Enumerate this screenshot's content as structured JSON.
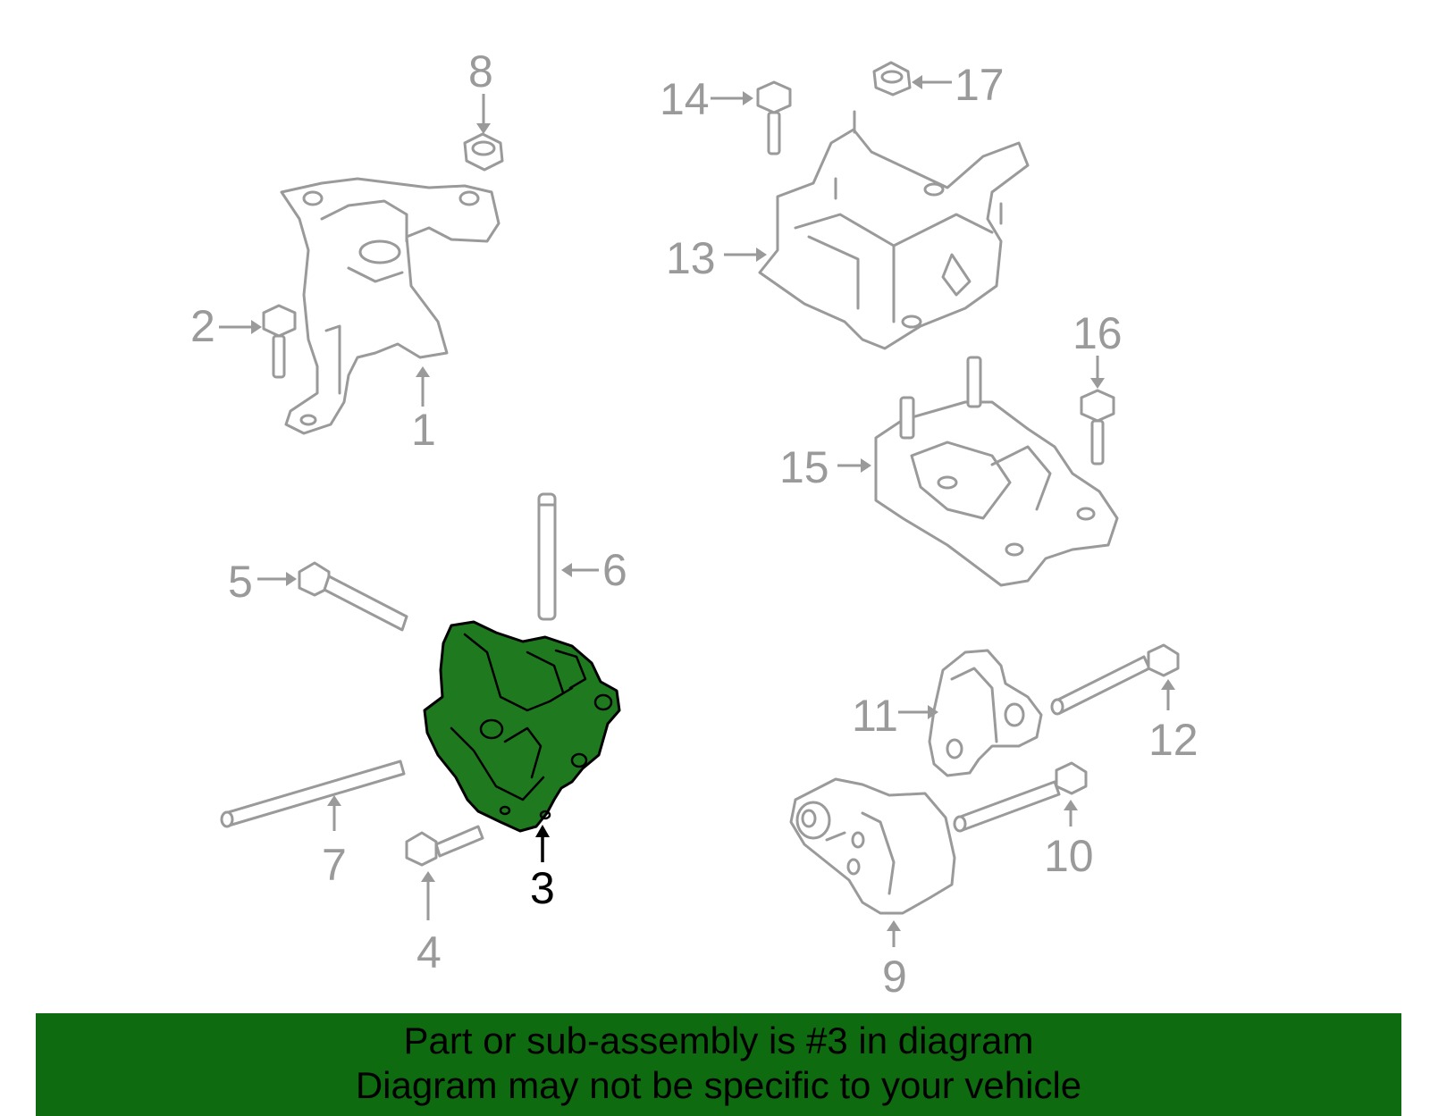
{
  "callouts": {
    "c1": "1",
    "c2": "2",
    "c3": "3",
    "c4": "4",
    "c5": "5",
    "c6": "6",
    "c7": "7",
    "c8": "8",
    "c9": "9",
    "c10": "10",
    "c11": "11",
    "c12": "12",
    "c13": "13",
    "c14": "14",
    "c15": "15",
    "c16": "16",
    "c17": "17"
  },
  "highlighted_part": "3",
  "colors": {
    "highlight": "#1f7a1f",
    "banner": "#0f6b0f",
    "line": "#9a9a9a"
  },
  "banner": {
    "line1": "Part or sub-assembly is #3 in diagram",
    "line2": "Diagram may not be specific to your vehicle"
  }
}
